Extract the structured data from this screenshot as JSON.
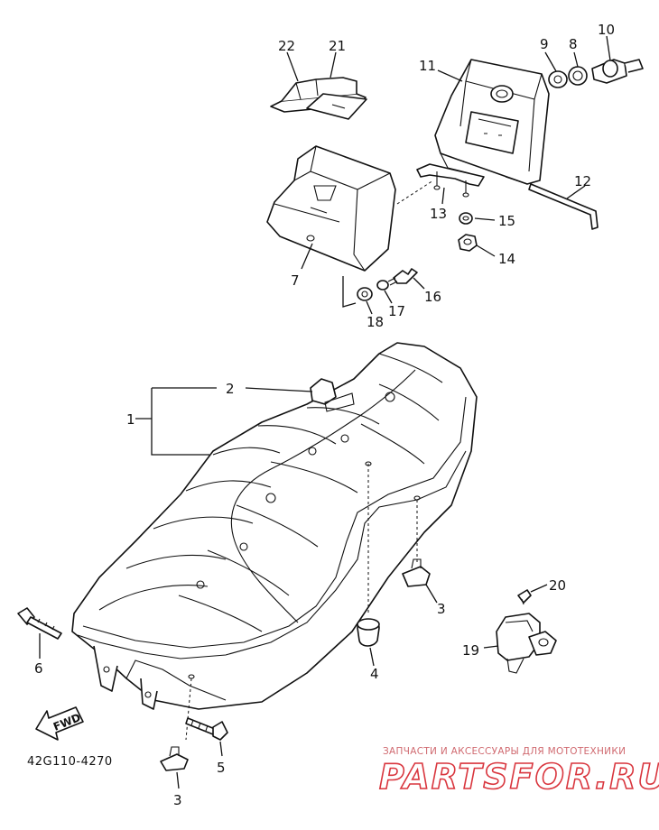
{
  "diagram": {
    "callouts": {
      "c1": "1",
      "c2": "2",
      "c3a": "3",
      "c3b": "3",
      "c4": "4",
      "c5": "5",
      "c6": "6",
      "c7": "7",
      "c8": "8",
      "c9": "9",
      "c10": "10",
      "c11": "11",
      "c12": "12",
      "c13": "13",
      "c14": "14",
      "c15": "15",
      "c16": "16",
      "c17": "17",
      "c18": "18",
      "c19": "19",
      "c20": "20",
      "c21": "21",
      "c22": "22"
    },
    "catalog_code": "42G110-4270",
    "fwd_label": "FWD"
  },
  "watermark": {
    "tagline": "ЗАПЧАСТИ И АКСЕССУАРЫ ДЛЯ МОТОТЕХНИКИ",
    "brand": "PARTSFOR.RU"
  },
  "colors": {
    "line": "#111111",
    "watermark": "#d9363e",
    "background": "#ffffff"
  }
}
